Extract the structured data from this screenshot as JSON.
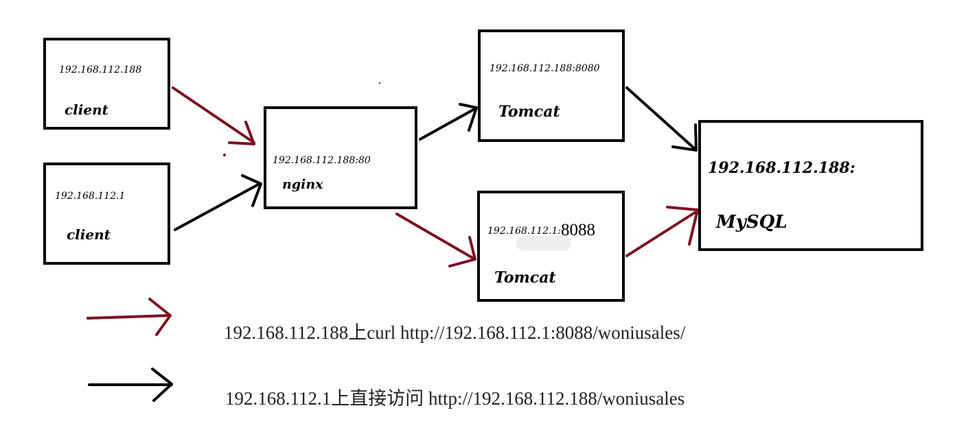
{
  "colors": {
    "red_arrow": "#7a1020",
    "black_arrow": "#000000"
  },
  "nodes": {
    "client1": {
      "ip": "192.168.112.188",
      "label": "client"
    },
    "client2": {
      "ip": "192.168.112.1",
      "label": "client"
    },
    "nginx": {
      "ip": "192.168.112.188:80",
      "label": "nginx"
    },
    "tomcat1": {
      "ip": "192.168.112.188:8080",
      "label": "Tomcat"
    },
    "tomcat2": {
      "ip": "192.168.112.1:",
      "port": "8088",
      "label": "Tomcat"
    },
    "mysql": {
      "ip": "192.168.112.188:",
      "label": "MySQL"
    }
  },
  "legend": [
    {
      "color": "red",
      "text": "192.168.112.188上curl http://192.168.112.1:8088/woniusales/"
    },
    {
      "color": "black",
      "text": "192.168.112.1上直接访问 http://192.168.112.188/woniusales"
    }
  ]
}
